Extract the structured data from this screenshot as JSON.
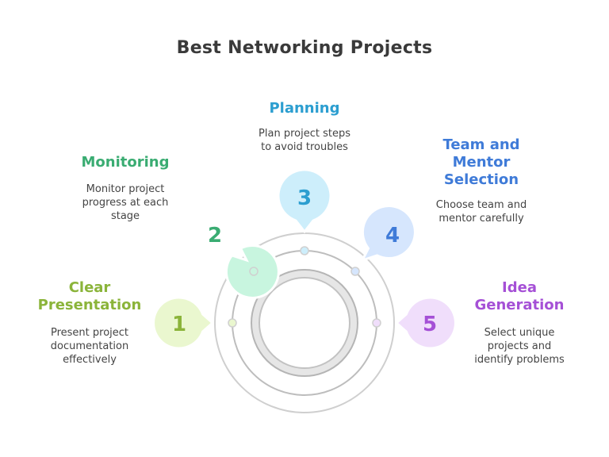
{
  "title": "Best Networking Projects",
  "steps": [
    {
      "number": "1",
      "heading": "Clear\nPresentation",
      "description": "Present project\ndocumentation\neffectively",
      "color": "#8bb43a",
      "fill": "#eaf7cf"
    },
    {
      "number": "2",
      "heading": "Monitoring",
      "description": "Monitor project\nprogress at each\nstage",
      "color": "#3aac72",
      "fill": "#c8f5df"
    },
    {
      "number": "3",
      "heading": "Planning",
      "description": "Plan project steps\nto avoid troubles",
      "color": "#2b9ed0",
      "fill": "#cdeefb"
    },
    {
      "number": "4",
      "heading": "Team and\nMentor\nSelection",
      "description": "Choose team and\nmentor carefully",
      "color": "#3f7bd8",
      "fill": "#d6e6fd"
    },
    {
      "number": "5",
      "heading": "Idea\nGeneration",
      "description": "Select unique\nprojects and\nidentify problems",
      "color": "#a550d6",
      "fill": "#f0defb"
    }
  ]
}
